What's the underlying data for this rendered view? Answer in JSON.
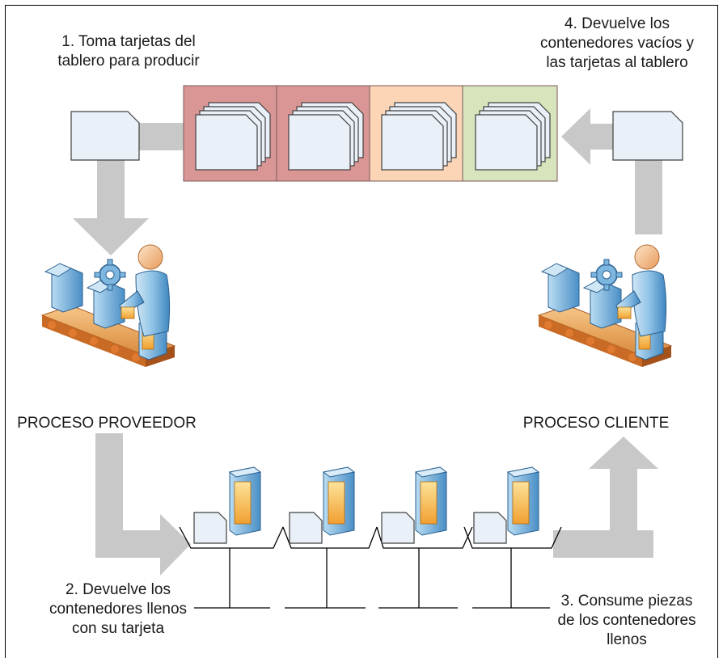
{
  "steps": {
    "step1": "1. Toma tarjetas del\ntablero para producir",
    "step2": "2. Devuelve los\ncontenedores llenos\ncon su tarjeta",
    "step3": "3. Consume piezas\nde los contenedores\nllenos",
    "step4": "4. Devuelve los\ncontenedores vacíos y\nlas tarjetas al tablero"
  },
  "processes": {
    "supplier": "PROCESO PROVEEDOR",
    "customer": "PROCESO CLIENTE"
  },
  "board": {
    "columns": [
      {
        "color": "#d99694"
      },
      {
        "color": "#d99694"
      },
      {
        "color": "#fbd5b5"
      },
      {
        "color": "#d7e4bc"
      }
    ]
  },
  "icons": {
    "card": "kanban-card-icon",
    "worker": "worker-at-conveyor-icon",
    "box": "parts-box-icon"
  },
  "colors": {
    "arrow": "#c8c8c8",
    "card_fill": "#eaf0f8",
    "card_stroke": "#404040",
    "frame": "#000000"
  }
}
